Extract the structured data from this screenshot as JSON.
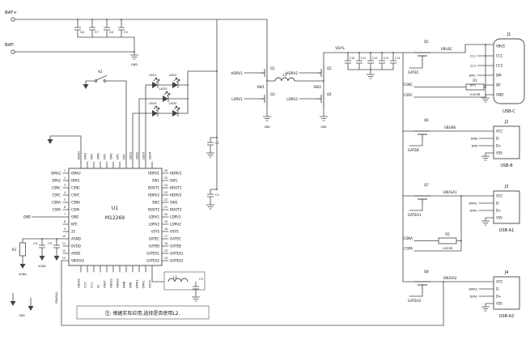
{
  "schematic": {
    "battery": {
      "bat_plus": "BAT+",
      "bat_minus": "BAT-"
    },
    "nets": {
      "gnd": "GND",
      "agnd": "AGND",
      "vsys": "VSYS",
      "sw1": "SW1",
      "sw2": "SW2",
      "hdrv1": "HDRV1",
      "hdrv2": "HDRV2",
      "ldrv1": "LDRV1",
      "ldrv2": "LDRV2",
      "vbusc": "VBUSC",
      "cc1": "CC1",
      "cc2": "CC2",
      "dmc": "DMC",
      "dpc": "DPC",
      "csnc": "CSNC",
      "cspc": "CSPC",
      "vbusb": "VBUSB",
      "dmb": "DMB",
      "dpb": "DPB",
      "vbusa1": "VBUSA1",
      "dma1": "DMA1",
      "dpa1": "DPA1",
      "csna": "CSNA",
      "cspa": "CSPA",
      "vbusa2": "VBUSA2",
      "dma2": "DMA2",
      "dpa2": "DPA2",
      "gatec": "GATEC",
      "gateb": "GATEB",
      "gatea1": "GATEA1",
      "gatea2": "GATEA2"
    },
    "components": {
      "u1": {
        "ref": "U1",
        "part": "M12269"
      },
      "q1": "Q1",
      "q2": "Q2",
      "q3": "Q3",
      "q4": "Q4",
      "q5": "Q5",
      "q6": "Q6",
      "q7": "Q7",
      "q8": "Q8",
      "l1": "L1",
      "l2": "L2",
      "k1": "K1",
      "r1": {
        "ref": "R1",
        "value": "0.005R"
      },
      "r2": {
        "ref": "R2",
        "value": "0.005R"
      },
      "r3": "R3",
      "c1": "C1",
      "c2": "C2",
      "c3": "C3",
      "c4": "C4",
      "c5": "C5",
      "c6": "C6",
      "c7": "C7",
      "c8": "C8",
      "c9": "C9",
      "c10": "C10",
      "c11": "C11",
      "c12": "C12",
      "c13": "C13",
      "c14": "C14",
      "led1": "LED1",
      "led2": "LED2",
      "led3": "LED3",
      "led4": "LED4",
      "led5": "LED5"
    },
    "u1_pins": {
      "left": [
        {
          "num": "1",
          "name": "DMA2"
        },
        {
          "num": "2",
          "name": "DPA2"
        },
        {
          "num": "3",
          "name": "CSNC"
        },
        {
          "num": "4",
          "name": "CSPC"
        },
        {
          "num": "5",
          "name": "CSNA"
        },
        {
          "num": "6",
          "name": "CSPA"
        },
        {
          "num": "7",
          "name": "GND"
        },
        {
          "num": "8",
          "name": "NTC"
        },
        {
          "num": "9",
          "name": "2S"
        },
        {
          "num": "10",
          "name": "AGND"
        },
        {
          "num": "11",
          "name": "DVDD"
        },
        {
          "num": "12",
          "name": "AVDD"
        },
        {
          "num": "13",
          "name": "VBUSA2"
        }
      ],
      "right": [
        {
          "num": "26",
          "name": "HDRV1"
        },
        {
          "num": "25",
          "name": "SW1"
        },
        {
          "num": "24",
          "name": "BOOT1"
        },
        {
          "num": "23",
          "name": "HDRV2"
        },
        {
          "num": "22",
          "name": "SW2"
        },
        {
          "num": "21",
          "name": "BOOT2"
        },
        {
          "num": "20",
          "name": "LDRV1"
        },
        {
          "num": "19",
          "name": "LDRV2"
        },
        {
          "num": "18",
          "name": "VSYS"
        },
        {
          "num": "17",
          "name": "GATEC"
        },
        {
          "num": "16",
          "name": "GATEB"
        },
        {
          "num": "15",
          "name": "GATEA1"
        },
        {
          "num": "14",
          "name": "GATEA2"
        }
      ],
      "top": [
        "BEAD",
        "DM3",
        "DP3",
        "DM2",
        "DP2",
        "DM1",
        "DP1",
        "KEY",
        "LED1",
        "LED2",
        "LED3",
        "LED4"
      ],
      "bottom": [
        "VBUSC",
        "CC2",
        "CC1",
        "SC",
        "VBAT",
        "VBUS1",
        "VBUS2",
        "DMB",
        "DPB",
        "DMA1",
        "DPA1",
        "VOUT"
      ]
    },
    "connectors": {
      "j1": {
        "ref": "J1",
        "type": "USB-C",
        "pins": [
          "VBUS",
          "CC1",
          "CC2",
          "DM",
          "DP",
          "GND"
        ]
      },
      "j2": {
        "ref": "J2",
        "type": "USB-B",
        "pins": [
          "VCC",
          "D-",
          "D+",
          "VSS"
        ]
      },
      "j3": {
        "ref": "J3",
        "type": "USB-A1",
        "pins": [
          "VCC",
          "D-",
          "D+",
          "VSS"
        ]
      },
      "j4": {
        "ref": "J4",
        "type": "USB-A2",
        "pins": [
          "VCC",
          "D-",
          "D+",
          "VSS"
        ]
      }
    },
    "note": "注: 根据实际应用,选择是否使用L2."
  }
}
